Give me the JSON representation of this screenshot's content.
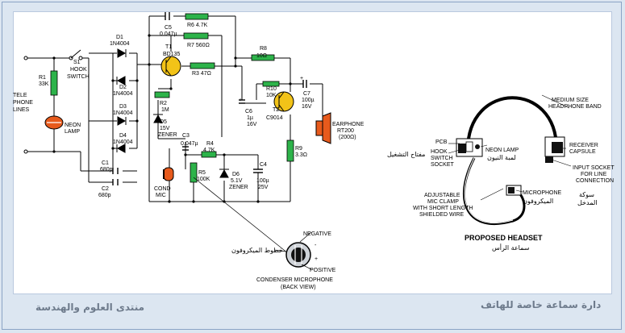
{
  "schematic": {
    "tele_phone_lines": [
      "TELE",
      "PHONE",
      "LINES"
    ],
    "r1": [
      "R1",
      "33K"
    ],
    "s1": [
      "S1",
      "HOOK",
      "SWITCH"
    ],
    "neon_lamp": [
      "NEON",
      "LAMP"
    ],
    "d1": [
      "D1",
      "1N4004"
    ],
    "d2": [
      "D2",
      "1N4004"
    ],
    "d3": [
      "D3",
      "1N4004"
    ],
    "d4": [
      "D4",
      "1N4004"
    ],
    "c1": [
      "C1",
      "680p"
    ],
    "c2": [
      "C2",
      "680p"
    ],
    "c5": [
      "C5",
      "0.047µ"
    ],
    "r6": "R6 4.7K",
    "r7": "R7 560Ω",
    "t1": [
      "T1",
      "BD135"
    ],
    "r3": "R3 47Ω",
    "r2": [
      "R2",
      "1M"
    ],
    "d5": [
      "D5",
      "15V",
      "ZENER"
    ],
    "c3": [
      "C3",
      "0.047µ"
    ],
    "r4": [
      "R4",
      "4.7K"
    ],
    "r5": [
      "R5",
      "100K"
    ],
    "cond_mic": [
      "COND",
      "MIC"
    ],
    "d6": [
      "D6",
      "5.1V",
      "ZENER"
    ],
    "c4": [
      "C4",
      "100µ",
      "25V"
    ],
    "r8": [
      "R8",
      "10Ω"
    ],
    "r10": [
      "R10",
      "10K"
    ],
    "c6": [
      "C6",
      "1µ",
      "16V"
    ],
    "t2": [
      "T2",
      "C9014"
    ],
    "c7": [
      "C7",
      "100µ",
      "16V"
    ],
    "earphone": [
      "EARPHONE",
      "RT200",
      "(200Ω)"
    ],
    "r9": [
      "R9",
      "3.3Ω"
    ],
    "plus": "+",
    "minus": "-"
  },
  "mic_detail": {
    "negative": "NEGATIVE",
    "positive": "POSITIVE",
    "minus": "-",
    "plus": "+",
    "arabic_mic_lines": "خطوط الميكروفون",
    "caption": [
      "CONDENSER MICROPHONE",
      "(BACK VIEW)"
    ]
  },
  "headset": {
    "title": "PROPOSED HEADSET",
    "arabic_title": "سماعة الرأس",
    "pcb": "PCB",
    "hook_switch_socket": [
      "HOOK",
      "SWITCH",
      "SOCKET"
    ],
    "arabic_hook_switch": "مفتاح التشغيل",
    "neon_lamp": "NEON LAMP",
    "arabic_neon": "لمبة النيون",
    "band": [
      "MEDIUM SIZE",
      "HEADPHONE BAND"
    ],
    "receiver_capsule": [
      "RECEIVER",
      "CAPSULE"
    ],
    "input_socket": [
      "INPUT SOCKET",
      "FOR LINE",
      "CONNECTION"
    ],
    "arabic_input": [
      "سوكة",
      "المدخل"
    ],
    "clamp": [
      "ADJUSTABLE",
      "MIC CLAMP",
      "WITH SHORT LENGTH",
      "SHIELDED WIRE"
    ],
    "microphone": "MICROPHONE",
    "arabic_microphone": "الميكروفون"
  },
  "footer": {
    "left": "منتدى العلوم والهندسة",
    "right": "دارة سماعة خاصة للهاتف"
  }
}
